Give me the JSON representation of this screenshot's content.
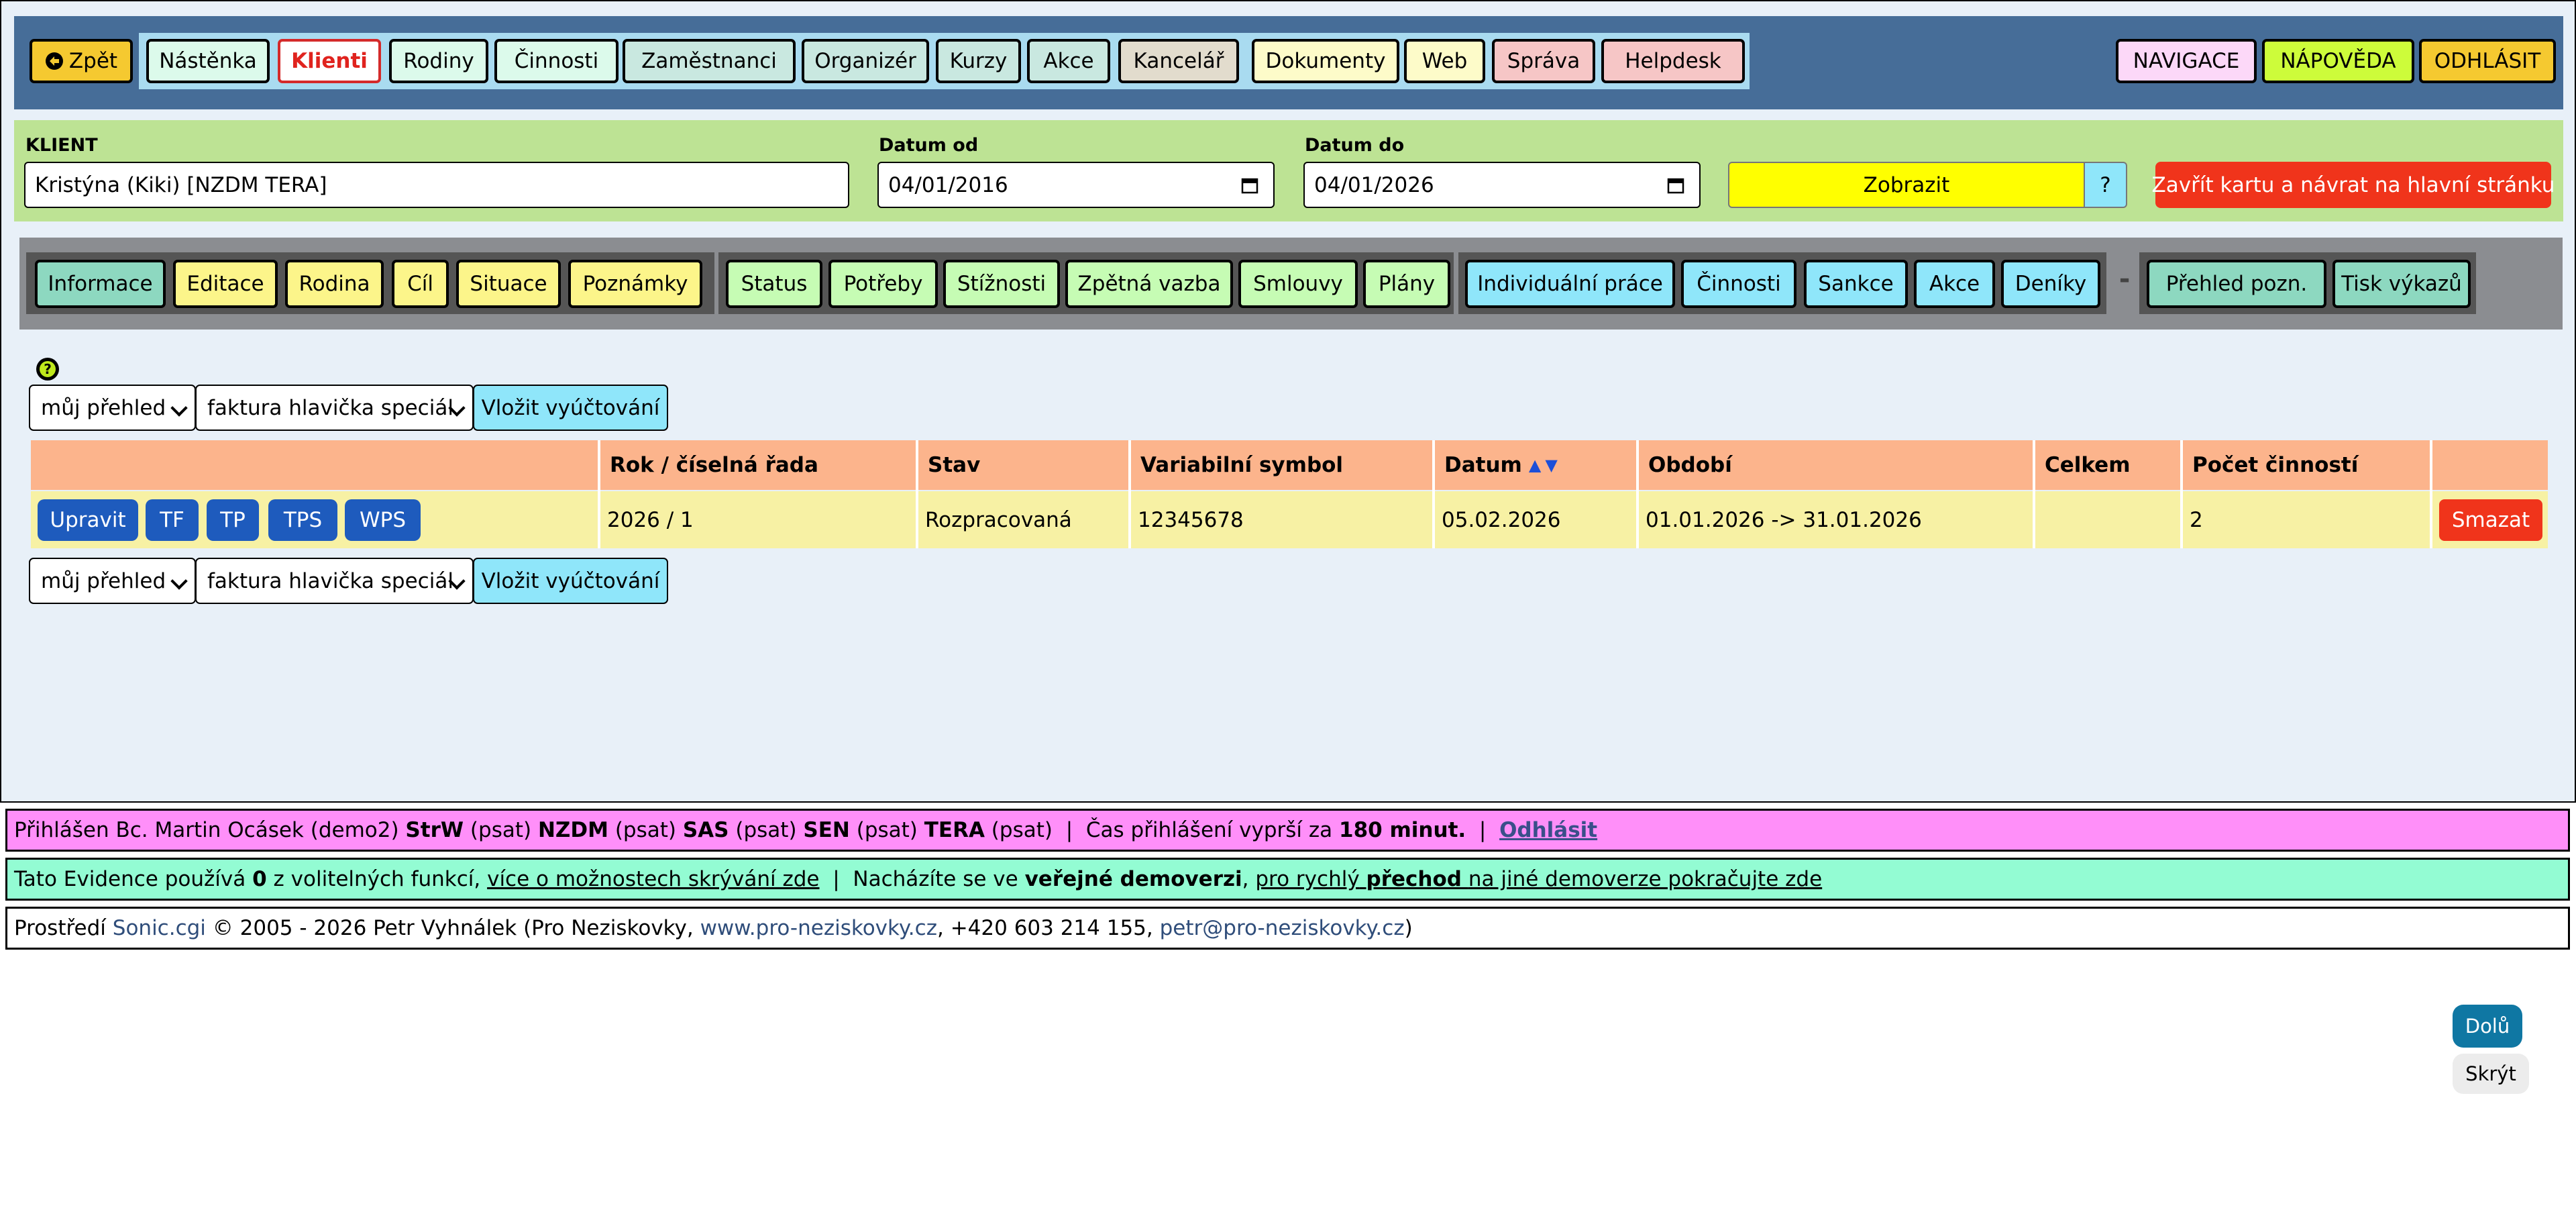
{
  "top_nav": {
    "back": "Zpět",
    "items": [
      {
        "label": "Nástěnka"
      },
      {
        "label": "Klienti"
      },
      {
        "label": "Rodiny"
      },
      {
        "label": "Činnosti"
      },
      {
        "label": "Zaměstnanci"
      },
      {
        "label": "Organizér"
      },
      {
        "label": "Kurzy"
      },
      {
        "label": "Akce"
      },
      {
        "label": "Kancelář"
      },
      {
        "label": "Dokumenty"
      },
      {
        "label": "Web"
      },
      {
        "label": "Správa"
      },
      {
        "label": "Helpdesk"
      }
    ],
    "right": [
      {
        "label": "NAVIGACE"
      },
      {
        "label": "NÁPOVĚDA"
      },
      {
        "label": "ODHLÁSIT"
      }
    ],
    "active_item": "Klienti"
  },
  "filter": {
    "client_label": "KLIENT",
    "client_value": "Kristýna (Kiki) [NZDM TERA]",
    "date_from_label": "Datum od",
    "date_from_value": "04/01/2016",
    "date_to_label": "Datum do",
    "date_to_value": "04/01/2026",
    "show_button": "Zobrazit",
    "help_button": "?",
    "close_button": "Zavřít kartu a návrat na hlavní stránku"
  },
  "card_nav": {
    "group1": [
      "Informace",
      "Editace",
      "Rodina",
      "Cíl",
      "Situace",
      "Poznámky"
    ],
    "group2": [
      "Status",
      "Potřeby",
      "Stížnosti",
      "Zpětná vazba",
      "Smlouvy",
      "Plány"
    ],
    "group3": [
      "Individuální práce",
      "Činnosti",
      "Sankce",
      "Akce",
      "Deníky"
    ],
    "separator": "-",
    "group4": [
      "Přehled pozn.",
      "Tisk výkazů"
    ]
  },
  "toolbar": {
    "view_select": "můj přehled",
    "template_select": "faktura hlavička speciál",
    "insert_button": "Vložit vyúčtování"
  },
  "table": {
    "headers": [
      "",
      "Rok / číselná řada",
      "Stav",
      "Variabilní symbol",
      "Datum",
      "Období",
      "Celkem",
      "Počet činností",
      ""
    ],
    "sort_up": "▲",
    "sort_down": "▼",
    "rows": [
      {
        "actions": [
          "Upravit",
          "TF",
          "TP",
          "TPS",
          "WPS"
        ],
        "rok": "2026 / 1",
        "stav": "Rozpracovaná",
        "vs": "12345678",
        "datum": "05.02.2026",
        "obdobi": "01.01.2026 -> 31.01.2026",
        "celkem": "",
        "pocet": "2",
        "delete": "Smazat"
      }
    ]
  },
  "status_bar": {
    "prefix": "Přihlášen Bc. Martin Ocásek (demo2)",
    "orgs": [
      {
        "name": "StrW",
        "role": "(psat)"
      },
      {
        "name": "NZDM",
        "role": "(psat)"
      },
      {
        "name": "SAS",
        "role": "(psat)"
      },
      {
        "name": "SEN",
        "role": "(psat)"
      },
      {
        "name": "TERA",
        "role": "(psat)"
      }
    ],
    "sep": "|",
    "expiry_text": "Čas přihlášení vyprší za",
    "expiry_value": "180 minut.",
    "logout": "Odhlásit"
  },
  "info_bar": {
    "t1": "Tato Evidence používá",
    "count": "0",
    "t2": "z volitelných funkcí,",
    "link1": "více o možnostech skrývání zde",
    "sep": "|",
    "t3": "Nacházíte se ve",
    "demo": "veřejné demoverzi",
    "comma": ",",
    "link2a": "pro rychlý",
    "link2b": "přechod",
    "link2c": "na jiné demoverze pokračujte zde"
  },
  "footer_bar": {
    "t1": "Prostředí",
    "sonic": "Sonic.cgi",
    "t2": "© 2005 - 2026 Petr Vyhnálek (Pro Neziskovky,",
    "web": "www.pro-neziskovky.cz",
    "t3": ", +420 603 214 155,",
    "email": "petr@pro-neziskovky.cz",
    "t4": ")"
  },
  "float_buttons": {
    "down": "Dolů",
    "hide": "Skrýt"
  },
  "colors": {
    "topnav_bg": "#466d98",
    "filter_bg": "#bde394",
    "cardnav_bg": "#8b8d91",
    "main_bg": "#e8f0f8",
    "header_row": "#fcb48c",
    "data_row": "#f7f1a4",
    "action_blue": "#1e5bbd",
    "delete_red": "#f0341b",
    "status_pink": "#ff8ff9",
    "info_green": "#93fcd3"
  }
}
